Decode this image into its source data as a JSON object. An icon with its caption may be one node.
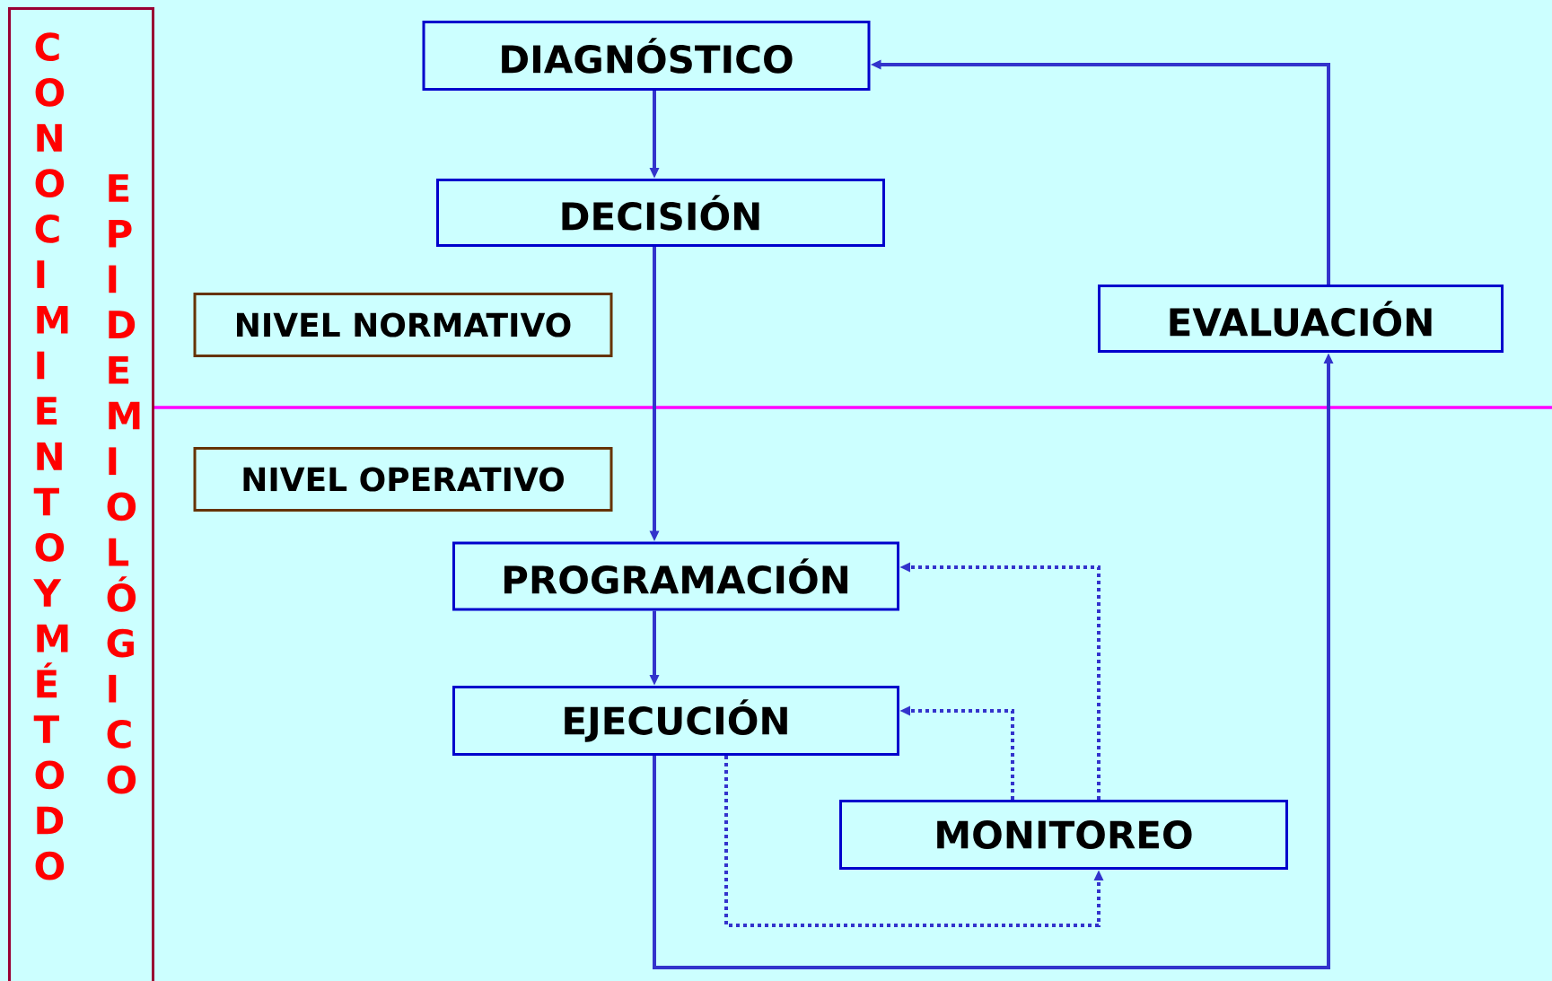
{
  "diagram": {
    "nodes": [
      {
        "text": [
          "CONOCIMIENTO Y MÉTODO",
          "EPIDEMIOLÓGICO"
        ]
      },
      {
        "text": [
          "DIAGNÓSTICO"
        ]
      },
      {
        "text": [
          "DECISIÓN"
        ]
      },
      {
        "text": [
          "NIVEL NORMATIVO"
        ]
      },
      {
        "text": [
          "EVALUACIÓN"
        ]
      },
      {
        "text": [
          "NIVEL OPERATIVO"
        ]
      },
      {
        "text": [
          "PROGRAMACIÓN"
        ]
      },
      {
        "text": [
          "EJECUCIÓN"
        ]
      },
      {
        "text": [
          "MONITOREO"
        ]
      }
    ],
    "edges": [
      {
        "from": 1,
        "to": 2,
        "arrow": "to"
      },
      {
        "from": 2,
        "to": 6,
        "arrow": "to"
      },
      {
        "from": 6,
        "to": 7,
        "arrow": "to"
      },
      {
        "from": 7,
        "to": 4,
        "arrow": "to"
      },
      {
        "from": 4,
        "to": 1,
        "arrow": "to"
      },
      {
        "from": 7,
        "to": 8,
        "arrow": "to",
        "style": "dashed"
      },
      {
        "from": 8,
        "to": 7,
        "arrow": "to",
        "style": "dashed"
      },
      {
        "from": 8,
        "to": 6,
        "arrow": "to",
        "style": "dashed"
      }
    ]
  }
}
